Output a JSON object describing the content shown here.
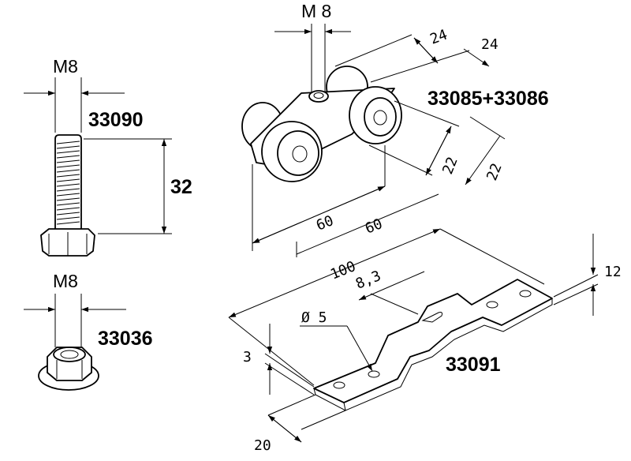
{
  "bolt": {
    "thread": "M8",
    "code": "33090",
    "length": "32"
  },
  "nut": {
    "thread": "M8",
    "code": "33036"
  },
  "trolley": {
    "thread": "M 8",
    "code": "33085+33086",
    "dims": [
      "24",
      "24",
      "22",
      "22",
      "60",
      "60"
    ]
  },
  "bracket": {
    "code": "33091",
    "length": "100",
    "slot": "8,3",
    "hole": "Ø 5",
    "height": "12",
    "thickness": "3",
    "width": "20"
  }
}
